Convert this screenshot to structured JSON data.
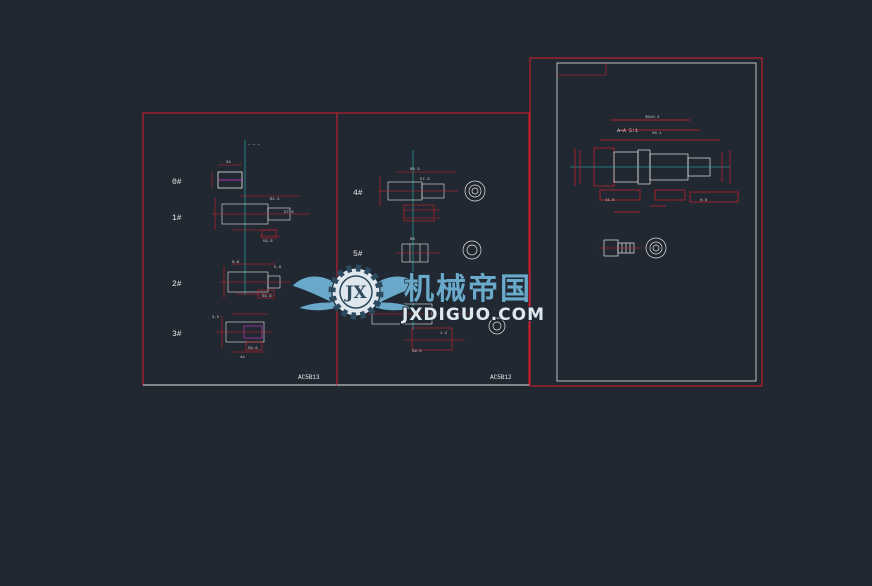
{
  "sheet_left": {
    "steps": [
      {
        "label": "0#"
      },
      {
        "label": "1#"
      },
      {
        "label": "2#"
      },
      {
        "label": "3#"
      }
    ],
    "footer": "AC5B13"
  },
  "sheet_middle": {
    "steps": [
      {
        "label": "4#"
      },
      {
        "label": "5#"
      }
    ],
    "footer": "AC5B12"
  },
  "sheet_right": {
    "section_label": "A—A 5:1"
  },
  "watermark": {
    "logo_text": "JX",
    "cn_text": "机械帝国",
    "en_text": "JXDIGUO.COM"
  },
  "colors": {
    "background": "#222831",
    "frame_red": "#d0202a",
    "line_white": "#e6e6e6",
    "center_cyan": "#22c3c3",
    "accent_magenta": "#d83ad8",
    "watermark_blue": "#6aa9c9"
  }
}
